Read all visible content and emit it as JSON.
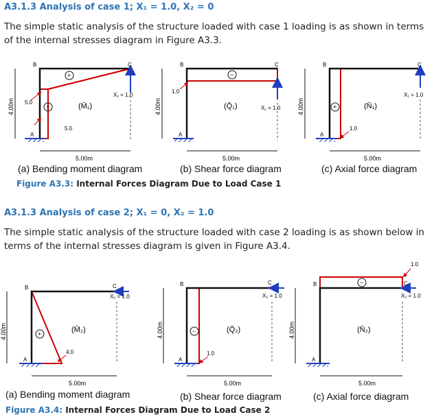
{
  "section1": {
    "heading": "A3.1.3 Analysis of case 1; X₁ = 1.0, X₂ = 0",
    "paragraph": "The simple static analysis of the structure loaded with case 1 loading is as shown in terms of the internal stresses diagram in Figure A3.3.",
    "figure_label": "Figure A3.3:",
    "figure_title": "Internal Forces Diagram Due to Load Case 1",
    "diagrams": [
      {
        "caption": "(a) Bending moment diagram",
        "height": "4.00m",
        "span": "5.00m",
        "node_top_left": "B",
        "node_top_right": "C",
        "node_base": "A",
        "load": "X₁ = 1.0",
        "symbol": "(M̄₁)",
        "value_left": "5.0",
        "value_base": "5.0",
        "signs": [
          "+",
          "+"
        ]
      },
      {
        "caption": "(b) Shear force diagram",
        "height": "4.00m",
        "span": "5.00m",
        "node_top_left": "B",
        "node_top_right": "C",
        "node_base": "A",
        "load": "X₁ = 1.0",
        "symbol": "(Q̄₁)",
        "value_left": "1.0",
        "signs": [
          "−"
        ]
      },
      {
        "caption": "(c) Axial force diagram",
        "height": "4.00m",
        "span": "5.00m",
        "node_top_left": "B",
        "node_top_right": "C",
        "node_base": "A",
        "load": "X₁ = 1.0",
        "symbol": "(N̄₁)",
        "value_base": "1.0",
        "signs": [
          "+"
        ]
      }
    ]
  },
  "section2": {
    "heading": "A3.1.3 Analysis of case 2; X₁ = 0, X₂ = 1.0",
    "paragraph": "The simple static analysis of the structure loaded with case 2 loading is as shown below in terms of the internal stresses diagram is given in Figure A3.4.",
    "figure_label": "Figure A3.4:",
    "figure_title": "Internal Forces Diagram Due to Load Case 2",
    "diagrams": [
      {
        "caption": "(a) Bending moment diagram",
        "height": "4.00m",
        "span": "5.00m",
        "node_top_left": "B",
        "node_top_right": "C",
        "node_base": "A",
        "load": "X₂ = 1.0",
        "symbol": "(M̄₂)",
        "value_base": "4.0",
        "signs": [
          "+"
        ]
      },
      {
        "caption": "(b) Shear force diagram",
        "height": "4.00m",
        "span": "5.00m",
        "node_top_left": "B",
        "node_top_right": "C",
        "node_base": "A",
        "load": "X₂ = 1.0",
        "symbol": "(Q̄₂)",
        "value_base": "1.0",
        "signs": [
          "−"
        ]
      },
      {
        "caption": "(c) Axial force diagram",
        "height": "4.00m",
        "span": "5.00m",
        "node_top_left": "B",
        "node_top_right": "C",
        "node_base": "A",
        "load": "X₂ = 1.0",
        "symbol": "(N̄₂)",
        "value_top": "1.0",
        "signs": [
          "−"
        ]
      }
    ]
  },
  "colors": {
    "heading": "#2e74b5",
    "diagram": "#cc0000",
    "frame": "#111111",
    "load": "#1f3fbf"
  }
}
